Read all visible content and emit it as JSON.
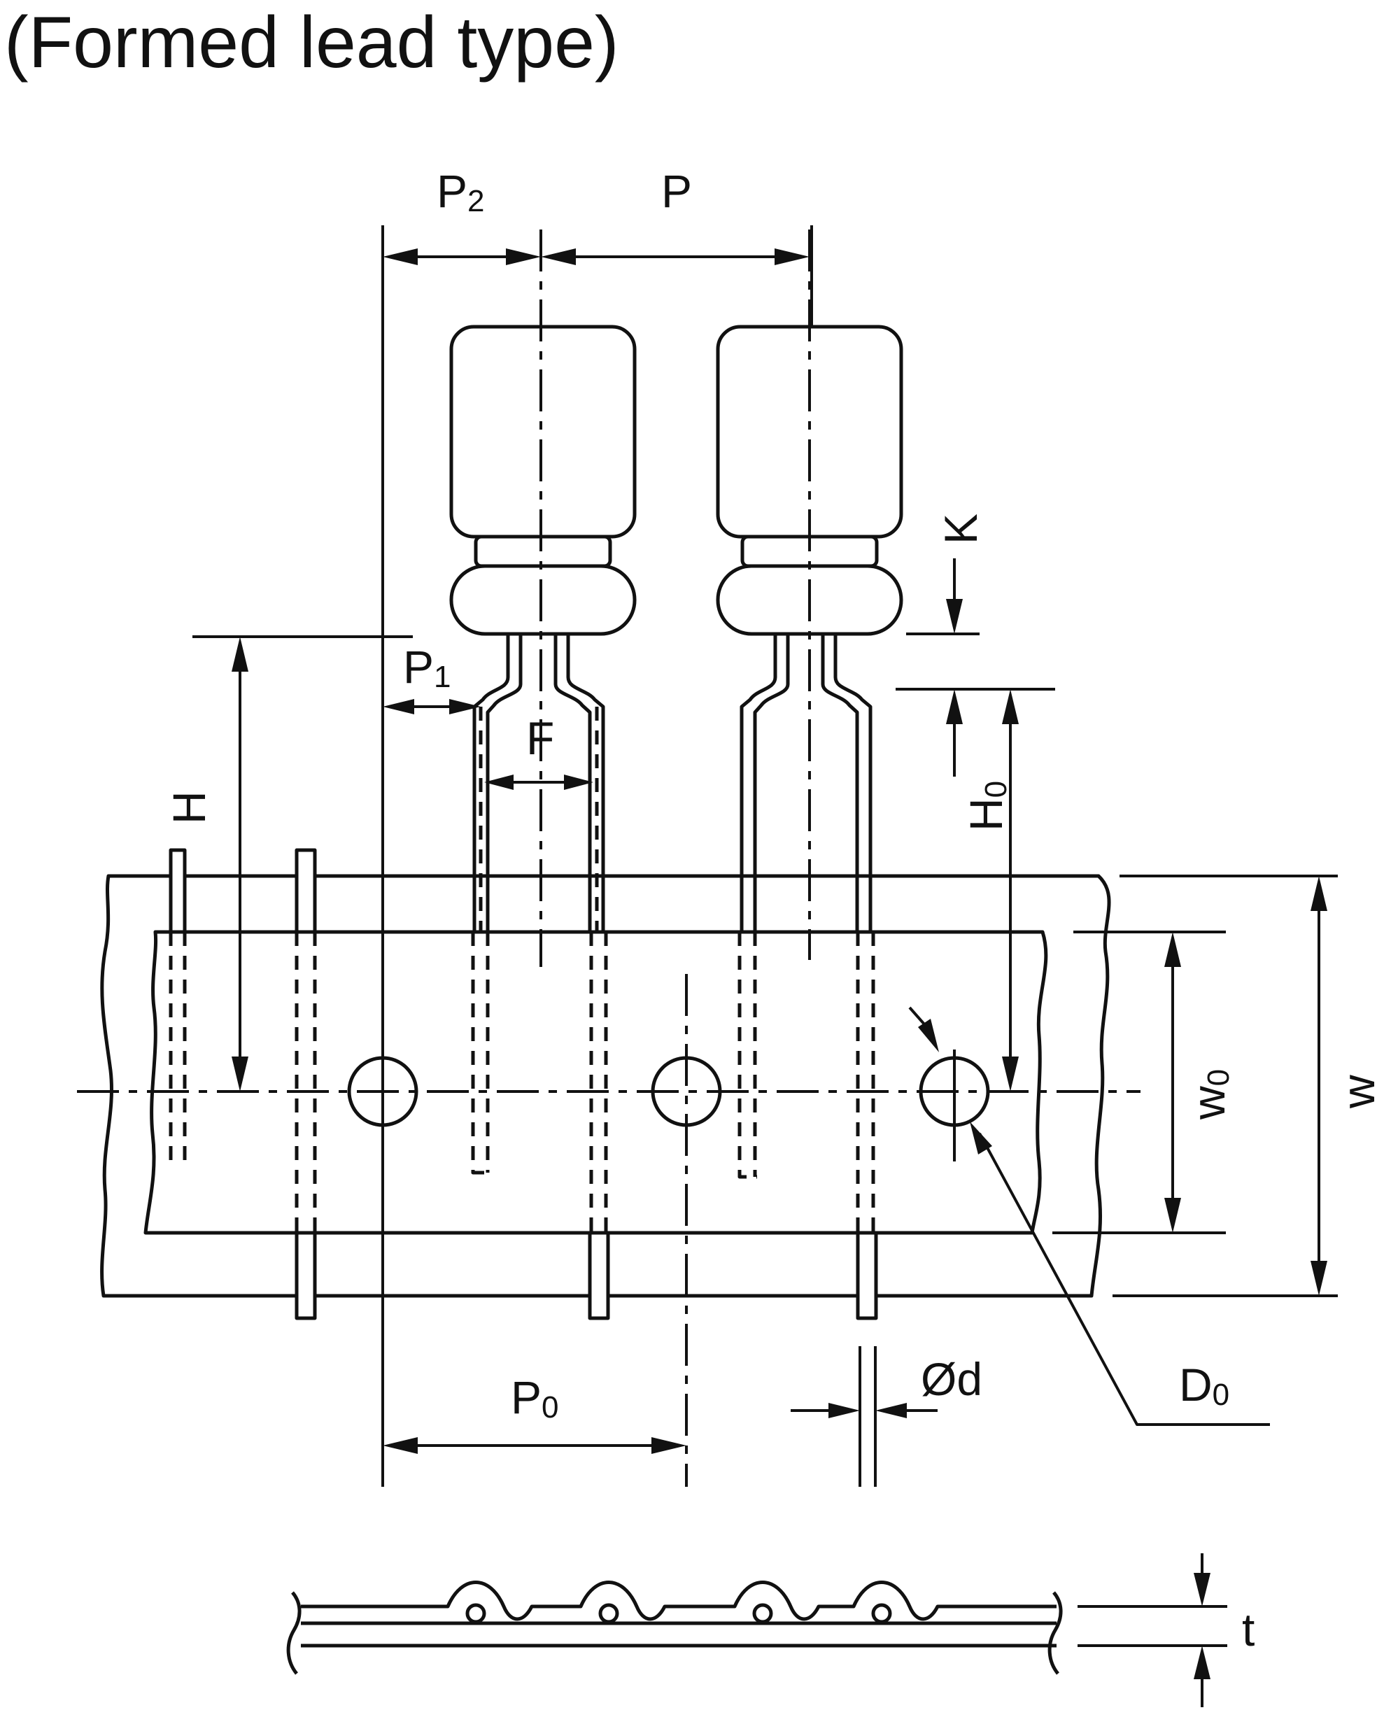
{
  "title": "(Formed lead type)",
  "labels": {
    "p2": {
      "main": "P",
      "sub": "2"
    },
    "p": {
      "main": "P",
      "sub": ""
    },
    "k": {
      "main": "K",
      "sub": ""
    },
    "p1": {
      "main": "P",
      "sub": "1"
    },
    "f": {
      "main": "F",
      "sub": ""
    },
    "h": {
      "main": "H",
      "sub": ""
    },
    "h0": {
      "main": "H",
      "sub": "0"
    },
    "w0": {
      "main": "w",
      "sub": "0"
    },
    "w": {
      "main": "w",
      "sub": ""
    },
    "p0": {
      "main": "P",
      "sub": "0"
    },
    "d": {
      "main": "Ød",
      "sub": ""
    },
    "d0": {
      "main": "D",
      "sub": "0"
    },
    "t": {
      "main": "t",
      "sub": ""
    }
  }
}
